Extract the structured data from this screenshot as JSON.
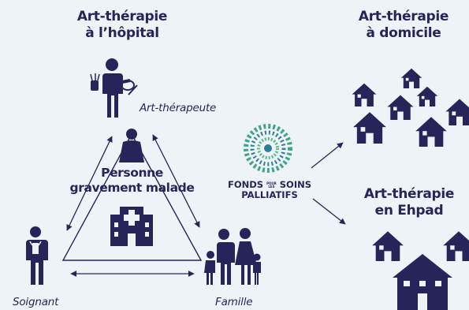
{
  "hospital": {
    "title_line1": "Art-thérapie",
    "title_line2": "à l’hôpital"
  },
  "home": {
    "title_line1": "Art-thérapie",
    "title_line2": "à domicile"
  },
  "ehpad": {
    "title_line1": "Art-thérapie",
    "title_line2": "en Ehpad"
  },
  "roles": {
    "art_therapist": "Art-thérapeute",
    "patient_line1": "Personne",
    "patient_line2": "gravement malade",
    "caregiver": "Soignant",
    "family": "Famille"
  },
  "logo": {
    "word1": "FONDS",
    "small1": "POUR",
    "small2": "LES",
    "word2": "SOINS",
    "word3": "PALLIATIFS"
  },
  "colors": {
    "ink": "#27245a",
    "background": "#eef3f8",
    "logo_green": "#3fa48a",
    "logo_teal": "#2b7f9b"
  }
}
